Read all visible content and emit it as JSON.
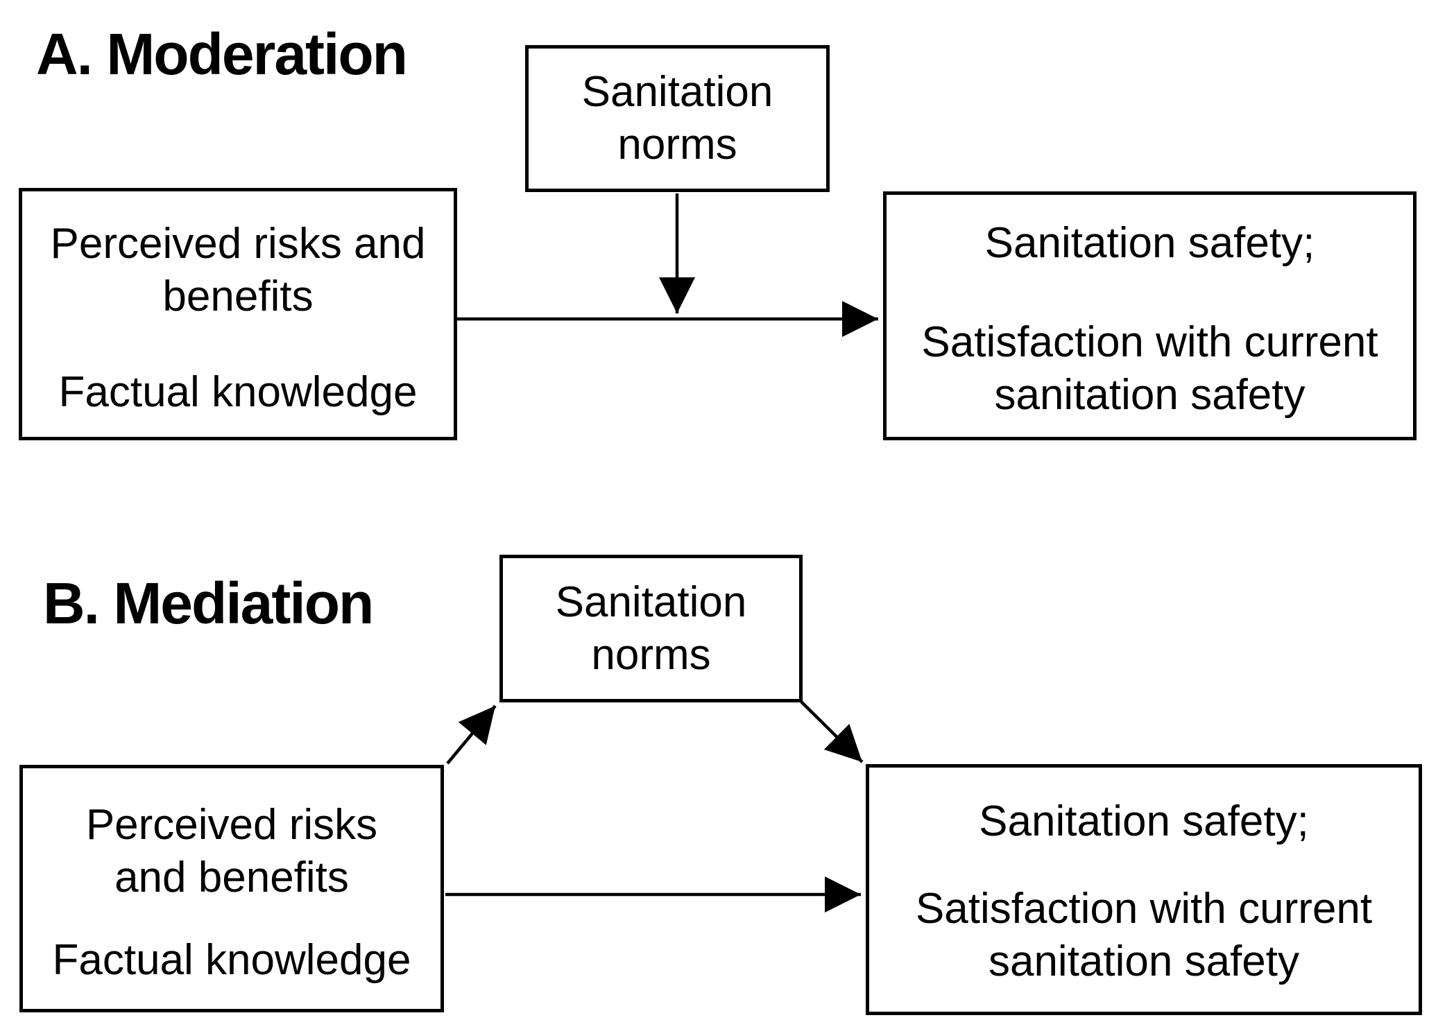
{
  "figure": {
    "type": "conceptual-model-diagram",
    "background_color": "#ffffff",
    "ink_color": "#000000"
  },
  "panel_a": {
    "title": "A. Moderation",
    "moderator_box": {
      "line1": "Sanitation",
      "line2": "norms"
    },
    "predictor_box": {
      "line1": "Perceived risks and",
      "line2": "benefits",
      "line3": "Factual knowledge"
    },
    "outcome_box": {
      "line1": "Sanitation safety;",
      "line2": "Satisfaction with current",
      "line3": "sanitation safety"
    },
    "arrows": [
      {
        "id": "a-main",
        "from": "predictor_box",
        "to": "outcome_box",
        "direction": "right"
      },
      {
        "id": "a-moderation",
        "from": "moderator_box",
        "to": "a-main arrow",
        "direction": "down"
      }
    ]
  },
  "panel_b": {
    "title": "B. Mediation",
    "mediator_box": {
      "line1": "Sanitation",
      "line2": "norms"
    },
    "predictor_box": {
      "line1": "Perceived risks",
      "line2": "and benefits",
      "line3": "Factual knowledge"
    },
    "outcome_box": {
      "line1": "Sanitation safety;",
      "line2": "Satisfaction with current",
      "line3": "sanitation safety"
    },
    "arrows": [
      {
        "id": "b-to-mediator",
        "from": "predictor_box",
        "to": "mediator_box",
        "direction": "up-right"
      },
      {
        "id": "b-from-mediator",
        "from": "mediator_box",
        "to": "outcome_box",
        "direction": "down-right"
      },
      {
        "id": "b-direct",
        "from": "predictor_box",
        "to": "outcome_box",
        "direction": "right"
      }
    ]
  }
}
